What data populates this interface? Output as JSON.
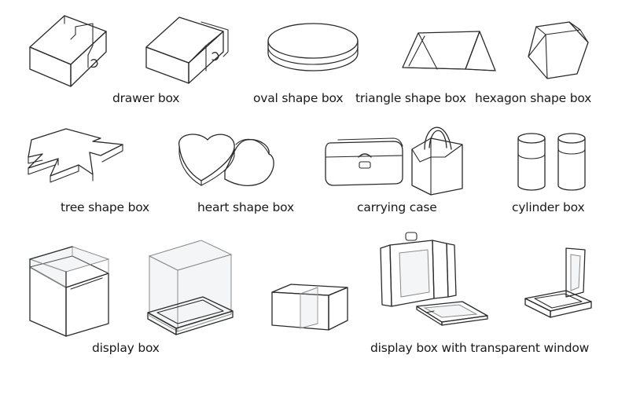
{
  "labels": {
    "drawer": "drawer box",
    "oval": "oval shape box",
    "triangle": "triangle shape box",
    "hexagon": "hexagon shape box",
    "tree": "tree shape box",
    "heart": "heart shape box",
    "carrying": "carrying case",
    "cylinder": "cylinder box",
    "display": "display box",
    "display_window": "display box with transparent window"
  },
  "icons": [
    "drawer-box-icon",
    "oval-box-icon",
    "triangle-box-icon",
    "hexagon-box-icon",
    "tree-box-icon",
    "heart-box-icon",
    "carrying-case-icon",
    "cylinder-box-icon",
    "display-box-icon",
    "window-display-box-icon"
  ]
}
